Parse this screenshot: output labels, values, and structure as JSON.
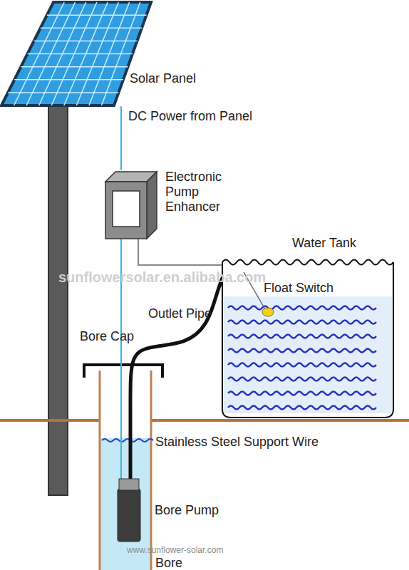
{
  "diagram": {
    "nodes": [
      {
        "text": [
          "Solar Panel"
        ]
      },
      {
        "text": [
          "Electronic Pump Enhancer"
        ]
      },
      {
        "text": [
          "Water Tank",
          "Float Switch"
        ]
      },
      {
        "text": [
          "Bore Pump"
        ]
      }
    ],
    "edges": [
      {
        "from": 0,
        "to": 1,
        "label": "DC Power from Panel",
        "arrow": "none"
      },
      {
        "from": 1,
        "to": 3,
        "arrow": "none"
      },
      {
        "from": 1,
        "to": 2,
        "arrow": "none"
      },
      {
        "from": 3,
        "to": 2,
        "label": "Outlet Pipe",
        "arrow": "none"
      }
    ],
    "labels": [
      "Bore Cap",
      "Stainless Steel Support Wire",
      "Bore",
      "sunflowersolar.en.alibaba.com",
      "www.sunflower-solar.com"
    ]
  }
}
